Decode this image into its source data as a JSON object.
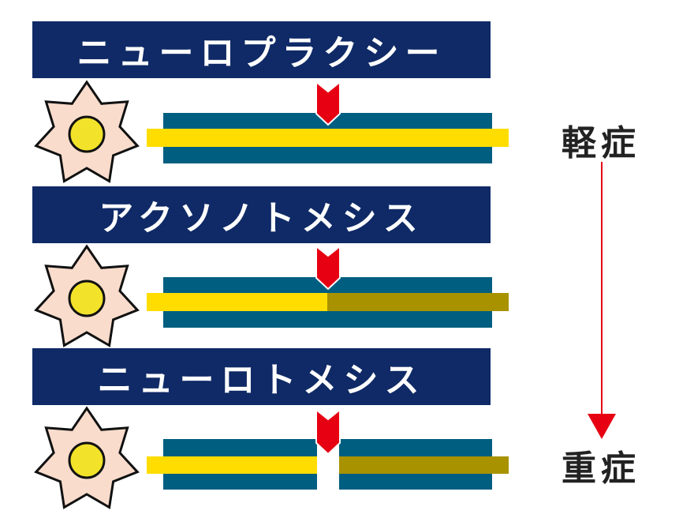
{
  "stages": [
    {
      "title": "ニューロプラクシー",
      "type": "neurapraxia"
    },
    {
      "title": "アクソノトメシス",
      "type": "axonotmesis"
    },
    {
      "title": "ニューロトメシス",
      "type": "neurotmesis"
    }
  ],
  "severity": {
    "mild": "軽症",
    "severe": "重症"
  },
  "colors": {
    "title_bg": "#0f2a66",
    "sheath": "#005e80",
    "axon": "#ffdd00",
    "degenerated_axon": "#a89200",
    "arrow": "#e60012",
    "cell_body": "#f9dccc",
    "nucleus": "#f2e22a"
  }
}
